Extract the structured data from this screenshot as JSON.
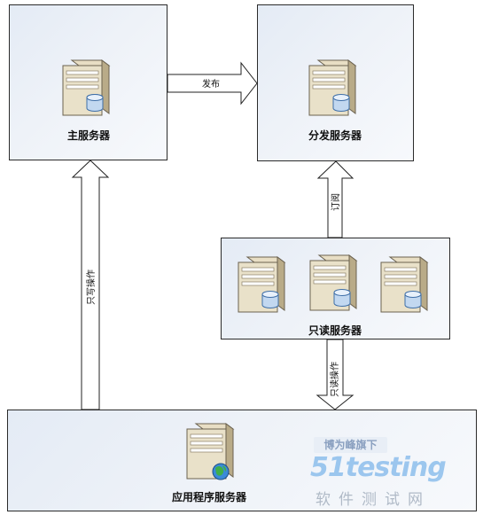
{
  "servers": {
    "master": "主服务器",
    "distribution": "分发服务器",
    "readonly": "只读服务器",
    "application": "应用程序服务器"
  },
  "arrows": {
    "publish": "发布",
    "subscribe": "订阅",
    "write_only": "只写操作",
    "read_only": "只读操作"
  },
  "watermark": {
    "banner": "博为峰旗下",
    "logo": "51testing",
    "sub": "软件测试网"
  }
}
